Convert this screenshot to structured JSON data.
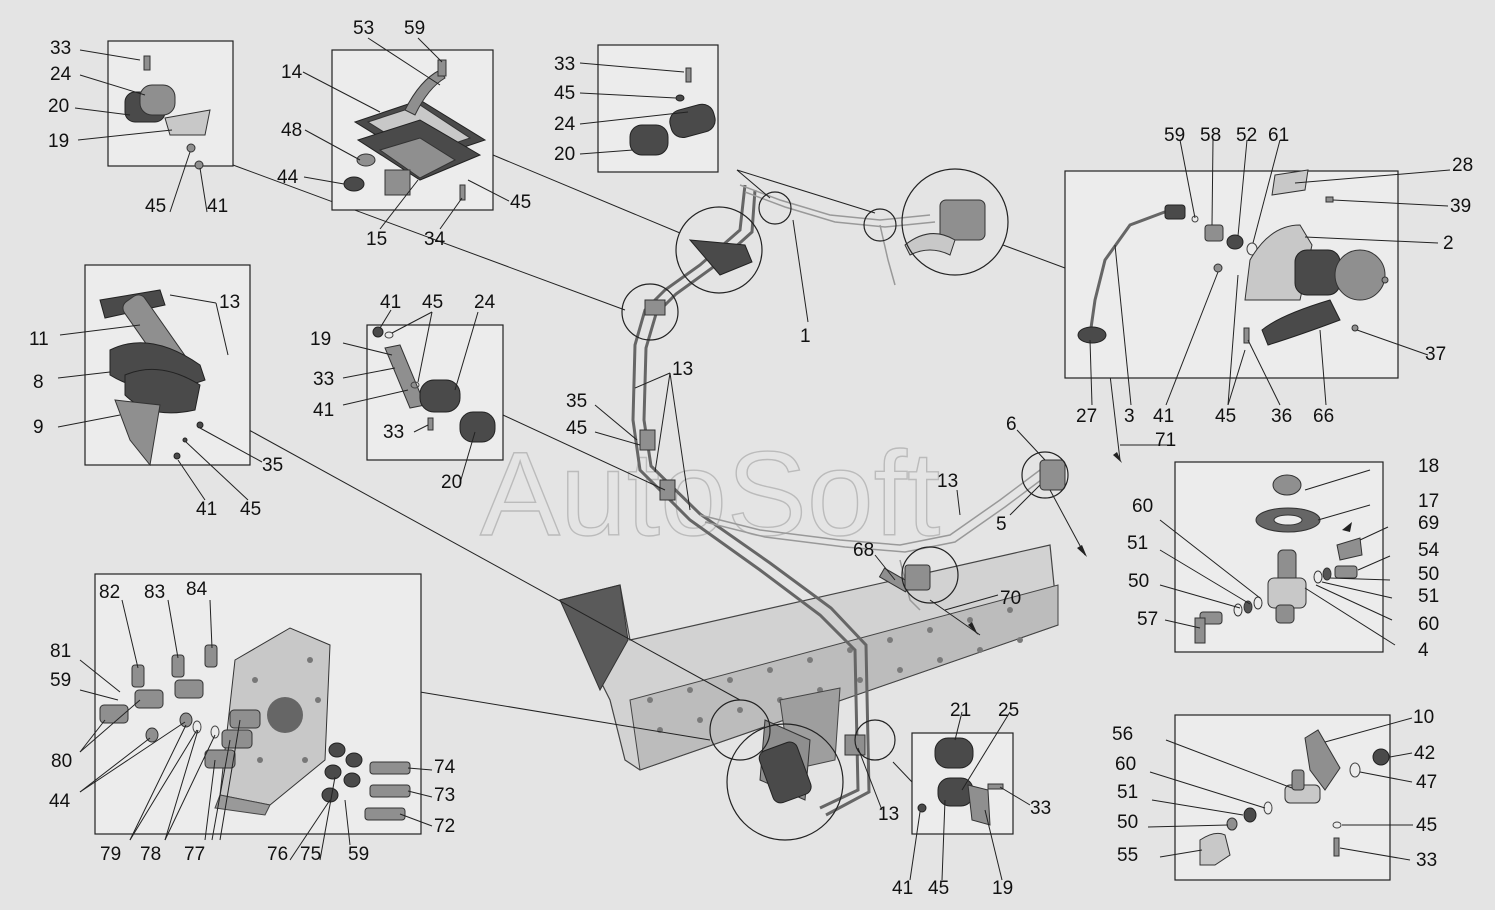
{
  "watermark": "AutoSoft",
  "callouts": {
    "b1": [
      "33",
      "24",
      "20",
      "19",
      "45",
      "41"
    ],
    "b2": [
      "53",
      "59",
      "14",
      "48",
      "44",
      "15",
      "34",
      "45"
    ],
    "b3": [
      "33",
      "45",
      "24",
      "20"
    ],
    "b4": [
      "59",
      "58",
      "52",
      "61",
      "28",
      "39",
      "2",
      "27",
      "3",
      "41",
      "45",
      "36",
      "66",
      "37",
      "71"
    ],
    "b5": [
      "13",
      "11",
      "8",
      "9",
      "35",
      "41",
      "45"
    ],
    "b6": [
      "41",
      "45",
      "24",
      "19",
      "33",
      "41",
      "33",
      "20"
    ],
    "b7": [
      "18",
      "17",
      "69",
      "54",
      "50",
      "51",
      "60",
      "4",
      "60",
      "51",
      "50",
      "57"
    ],
    "b8": [
      "82",
      "83",
      "84",
      "81",
      "59",
      "80",
      "44",
      "74",
      "73",
      "72",
      "79",
      "78",
      "77",
      "76",
      "75",
      "59"
    ],
    "b9": [
      "21",
      "25",
      "33",
      "41",
      "45",
      "19"
    ],
    "b10": [
      "10",
      "42",
      "47",
      "56",
      "60",
      "51",
      "50",
      "55",
      "45",
      "33"
    ],
    "main": [
      "1",
      "13",
      "35",
      "45",
      "6",
      "13",
      "5",
      "68",
      "70",
      "13"
    ]
  }
}
